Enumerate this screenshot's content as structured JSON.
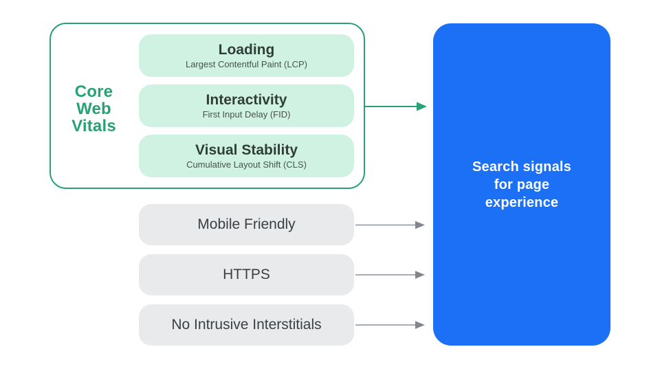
{
  "diagram": {
    "core_web_vitals": {
      "label_lines": [
        "Core",
        "Web",
        "Vitals"
      ],
      "metrics": [
        {
          "title": "Loading",
          "subtitle": "Largest Contentful Paint (LCP)"
        },
        {
          "title": "Interactivity",
          "subtitle": "First Input Delay (FID)"
        },
        {
          "title": "Visual Stability",
          "subtitle": "Cumulative Layout Shift (CLS)"
        }
      ]
    },
    "other_signals": [
      "Mobile Friendly",
      "HTTPS",
      "No Intrusive Interstitials"
    ],
    "result_box": {
      "lines": [
        "Search signals",
        "for page",
        "experience"
      ]
    },
    "colors": {
      "accent_green": "#28A274",
      "light_green_fill": "#D0F2E3",
      "metric_title_text": "#2F3E38",
      "metric_subtitle_text": "#46534D",
      "gray_fill": "#E8EAEC",
      "gray_text": "#3C4043",
      "arrow_gray_line": "#9AA0A6",
      "arrow_gray_head": "#80868B",
      "result_blue": "#1B70F5",
      "result_text": "#FFFFFF",
      "background": "#FFFFFF"
    }
  }
}
